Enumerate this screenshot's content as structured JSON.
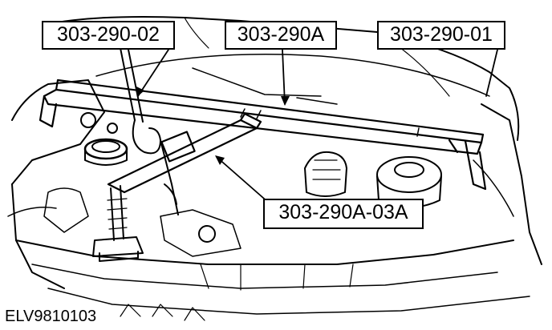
{
  "figure_id": "ELV9810103",
  "callouts": {
    "left_tool": "303-290-02",
    "center_tool": "303-290A",
    "right_tool": "303-290-01",
    "lower_tool": "303-290A-03A"
  },
  "colors": {
    "line": "#000000",
    "background": "#ffffff"
  }
}
